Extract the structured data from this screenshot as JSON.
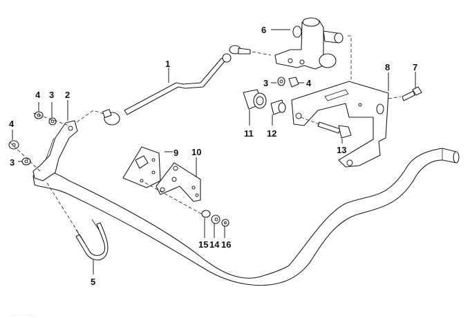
{
  "diagram": {
    "title": "Stabilizer bar / level sensor linkage exploded view",
    "callouts": [
      {
        "id": "c1",
        "label": "1",
        "part": "connecting-rod"
      },
      {
        "id": "c2",
        "label": "2",
        "part": "rod-bracket"
      },
      {
        "id": "c3a",
        "label": "3",
        "part": "washer"
      },
      {
        "id": "c3b",
        "label": "3",
        "part": "washer"
      },
      {
        "id": "c3c",
        "label": "3",
        "part": "washer"
      },
      {
        "id": "c4a",
        "label": "4",
        "part": "nut"
      },
      {
        "id": "c4b",
        "label": "4",
        "part": "nut"
      },
      {
        "id": "c4c",
        "label": "4",
        "part": "nut"
      },
      {
        "id": "c5",
        "label": "5",
        "part": "u-bolt"
      },
      {
        "id": "c6",
        "label": "6",
        "part": "level-control-valve"
      },
      {
        "id": "c7",
        "label": "7",
        "part": "hex-bolt"
      },
      {
        "id": "c8",
        "label": "8",
        "part": "valve-bracket"
      },
      {
        "id": "c9",
        "label": "9",
        "part": "mounting-plate"
      },
      {
        "id": "c10",
        "label": "10",
        "part": "holder-bracket"
      },
      {
        "id": "c11",
        "label": "11",
        "part": "rubber-bushing"
      },
      {
        "id": "c12",
        "label": "12",
        "part": "spacer-sleeve"
      },
      {
        "id": "c13",
        "label": "13",
        "part": "hex-bolt-long"
      },
      {
        "id": "c14",
        "label": "14",
        "part": "rubber-mount"
      },
      {
        "id": "c15",
        "label": "15",
        "part": "sleeve"
      },
      {
        "id": "c16",
        "label": "16",
        "part": "washer-small"
      }
    ],
    "watermark": "· · · · · · · ·"
  }
}
